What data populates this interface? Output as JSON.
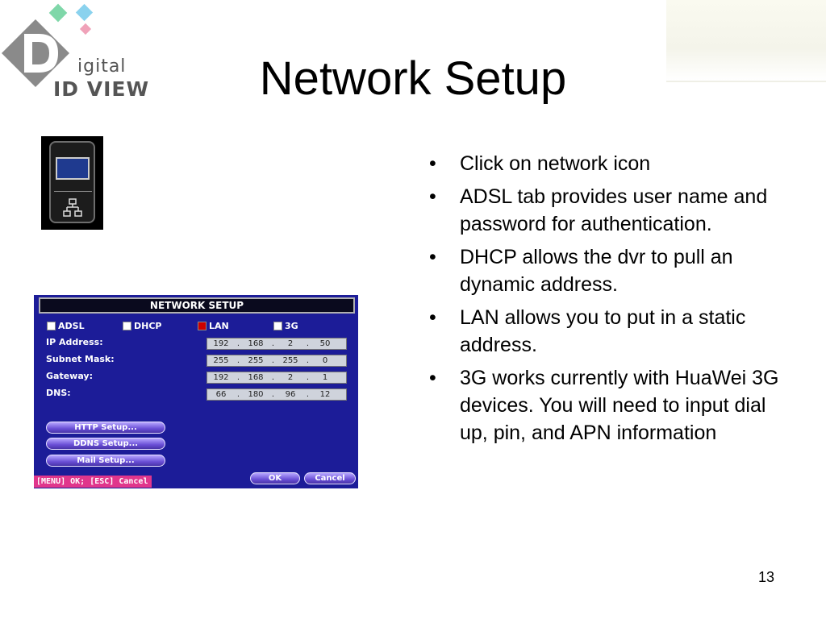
{
  "slide": {
    "title": "Network Setup",
    "page_number": "13"
  },
  "logo": {
    "text_line1": "igital",
    "text_line2": "ID VIEW"
  },
  "dvr": {
    "header": "NETWORK SETUP",
    "tabs": [
      {
        "label": "ADSL",
        "checked": false
      },
      {
        "label": "DHCP",
        "checked": false
      },
      {
        "label": "LAN",
        "checked": true
      },
      {
        "label": "3G",
        "checked": false
      }
    ],
    "fields": [
      {
        "label": "IP Address:",
        "octets": [
          "192",
          "168",
          "2",
          "50"
        ]
      },
      {
        "label": "Subnet Mask:",
        "octets": [
          "255",
          "255",
          "255",
          "0"
        ]
      },
      {
        "label": "Gateway:",
        "octets": [
          "192",
          "168",
          "2",
          "1"
        ]
      },
      {
        "label": "DNS:",
        "octets": [
          "66",
          "180",
          "96",
          "12"
        ]
      }
    ],
    "buttons": {
      "http_setup": "HTTP Setup...",
      "ddns_setup": "DDNS Setup...",
      "mail_setup": "Mail Setup...",
      "ok": "OK",
      "cancel": "Cancel"
    },
    "status_text": "[MENU] OK; [ESC] Cancel"
  },
  "bullets": [
    "Click on network icon",
    "ADSL tab  provides user name and password for authentication.",
    "DHCP allows the dvr to pull an dynamic address.",
    "LAN allows you to put in a static address.",
    "3G works currently with HuaWei 3G devices.  You will need to input dial up, pin, and APN information"
  ],
  "colors": {
    "dvr_background": "#1c1c98",
    "status_bar": "#e0368c",
    "checkbox_checked": "#cc0000"
  },
  "icons": {
    "network_menu": "network-monitor-icon",
    "network_hierarchy": "network-hierarchy-icon"
  }
}
